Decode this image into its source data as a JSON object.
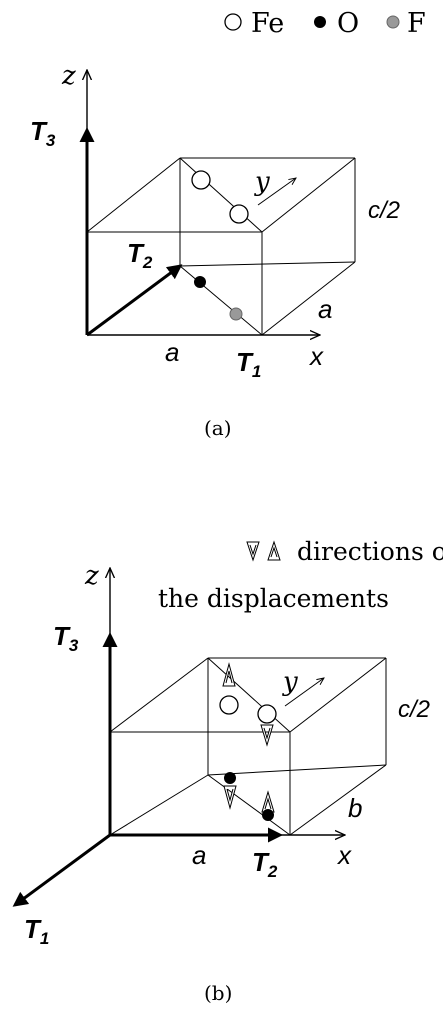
{
  "legend_a": {
    "fe": "Fe",
    "o": "O",
    "f": "F"
  },
  "panel_a": {
    "caption": "(a)",
    "axis_z": "z",
    "axis_y": "y",
    "axis_x": "x",
    "t1": "T",
    "t1_sub": "1",
    "t2": "T",
    "t2_sub": "2",
    "t3": "T",
    "t3_sub": "3",
    "dim_c": "c/2",
    "dim_a_bottom": "a",
    "dim_a_side": "a"
  },
  "legend_b": {
    "line1": "directions of",
    "line2": "the displacements"
  },
  "panel_b": {
    "caption": "(b)",
    "axis_z": "z",
    "axis_y": "y",
    "axis_x": "x",
    "t1": "T",
    "t1_sub": "1",
    "t2": "T",
    "t2_sub": "2",
    "t3": "T",
    "t3_sub": "3",
    "dim_c": "c/2",
    "dim_a_bottom": "a",
    "dim_b_side": "b"
  },
  "colors": {
    "fe_atom": "#ffffff",
    "o_atom": "#000000",
    "f_atom": "#999999"
  }
}
